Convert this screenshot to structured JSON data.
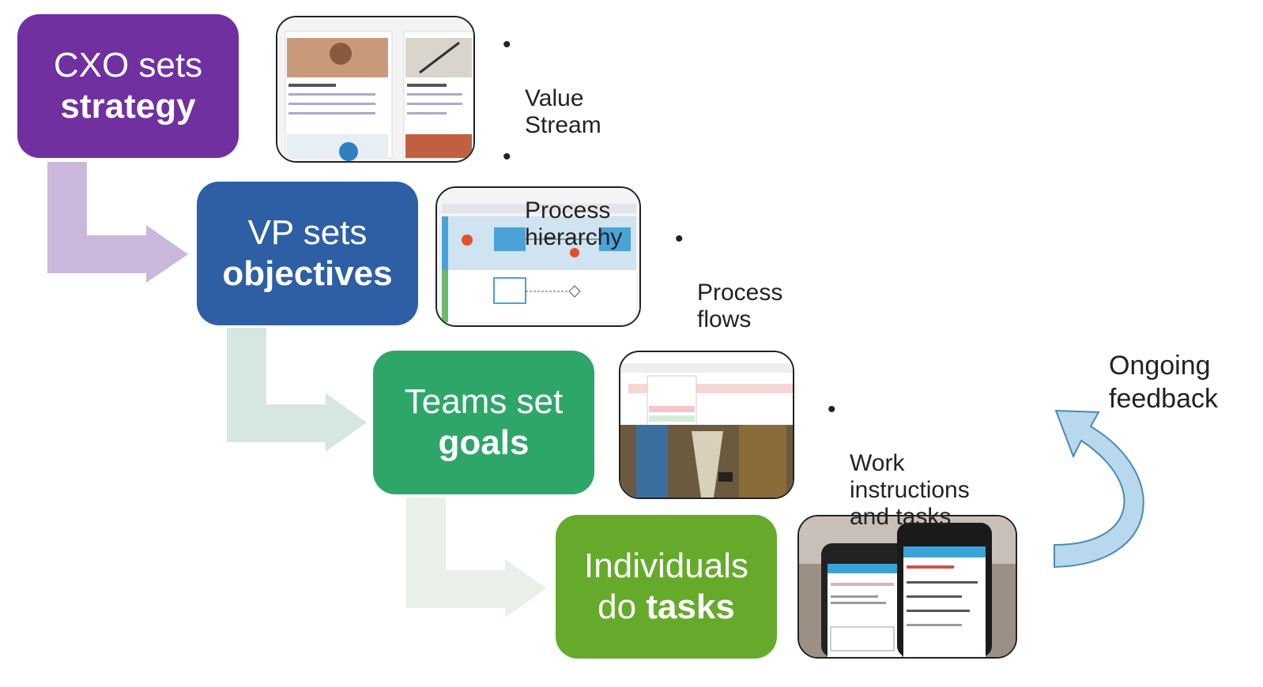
{
  "steps": [
    {
      "normal": "CXO sets",
      "bold": "strategy",
      "color": "#7030a0"
    },
    {
      "normal": "VP sets",
      "bold": "objectives",
      "color": "#2e5fa4"
    },
    {
      "normal": "Teams set",
      "bold": "goals",
      "color": "#2ea66a"
    },
    {
      "normal_prefix": "Individuals",
      "normal": "do",
      "bold": "tasks",
      "color": "#66aa2c"
    }
  ],
  "bullets_1": [
    "Value\nStream",
    "Process\nhierarchy"
  ],
  "bullets_2": [
    "Process\nflows"
  ],
  "bullets_3": [
    "Work\ninstructions\nand tasks"
  ],
  "feedback_label": "Ongoing\nfeedback",
  "connector_colors": [
    "#c7b6d9",
    "#d5e4e0",
    "#e9efe8"
  ],
  "feedback_arrow_color": "#bcd9ec"
}
